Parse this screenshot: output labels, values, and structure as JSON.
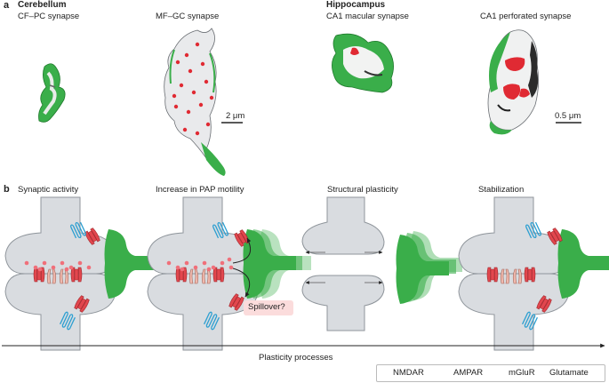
{
  "panel_a": {
    "letter": "a",
    "cerebellum": {
      "heading": "Cerebellum",
      "synapse_1": "CF–PC synapse",
      "synapse_2": "MF–GC synapse",
      "scale_bar": "2 μm"
    },
    "hippocampus": {
      "heading": "Hippocampus",
      "synapse_1": "CA1 macular synapse",
      "synapse_2": "CA1 perforated synapse",
      "scale_bar": "0.5 μm"
    }
  },
  "panel_b": {
    "letter": "b",
    "stages": [
      "Synaptic activity",
      "Increase in PAP motility",
      "Structural plasticity",
      "Stabilization"
    ],
    "spillover_label": "Spillover?",
    "axis_label": "Plasticity processes"
  },
  "legend": {
    "items": [
      "NMDAR",
      "AMPAR",
      "mGluR",
      "Glutamate"
    ]
  },
  "colors": {
    "neuron_fill": "#d9dce0",
    "neuron_stroke": "#8f959b",
    "astrocyte": "#3aae4a",
    "nmdar": "#e2474e",
    "ampar": "#f1b9ad",
    "mglur": "#2d9fd1",
    "glutamate": "#f0707a",
    "spillover_bg": "#fbdcdc"
  }
}
